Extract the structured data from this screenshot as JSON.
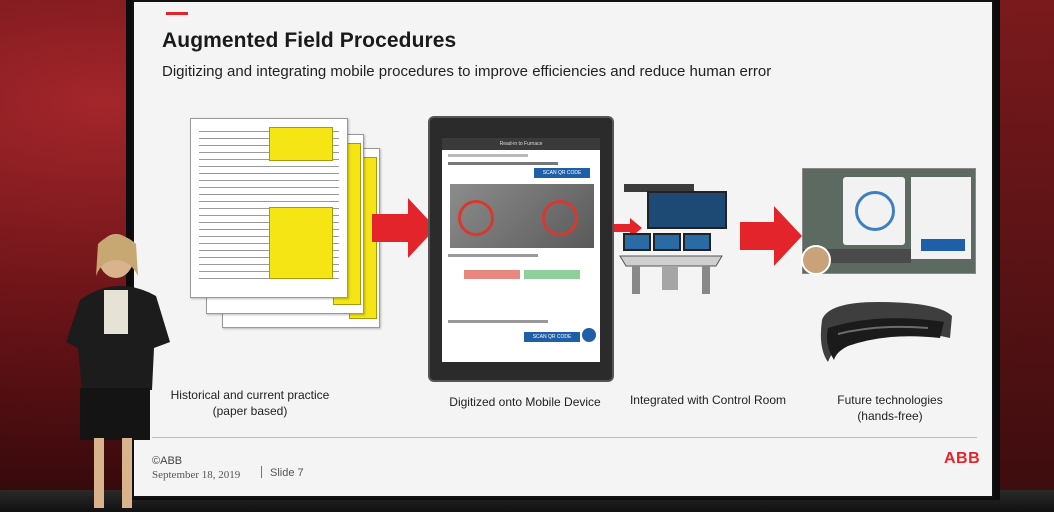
{
  "slide": {
    "title": "Augmented Field Procedures",
    "subtitle": "Digitizing and integrating mobile procedures to improve efficiencies and reduce human error"
  },
  "stages": [
    {
      "line1": "Historical and current practice",
      "line2": "(paper based)"
    },
    {
      "line1": "Digitized onto Mobile Device",
      "line2": ""
    },
    {
      "line1": "Integrated with Control Room",
      "line2": ""
    },
    {
      "line1": "Future technologies",
      "line2": "(hands-free)"
    }
  ],
  "tablet": {
    "header": "Read-in to Furnace",
    "scan_button": "SCAN QR CODE",
    "scan_button_2": "SCAN QR CODE"
  },
  "footer": {
    "copyright": "©ABB",
    "date": "September 18, 2019",
    "slide_label": "Slide 7",
    "logo": "ABB"
  },
  "colors": {
    "accent": "#e4242b",
    "form_yellow": "#f5e514",
    "tablet_blue": "#1f5fa8"
  }
}
